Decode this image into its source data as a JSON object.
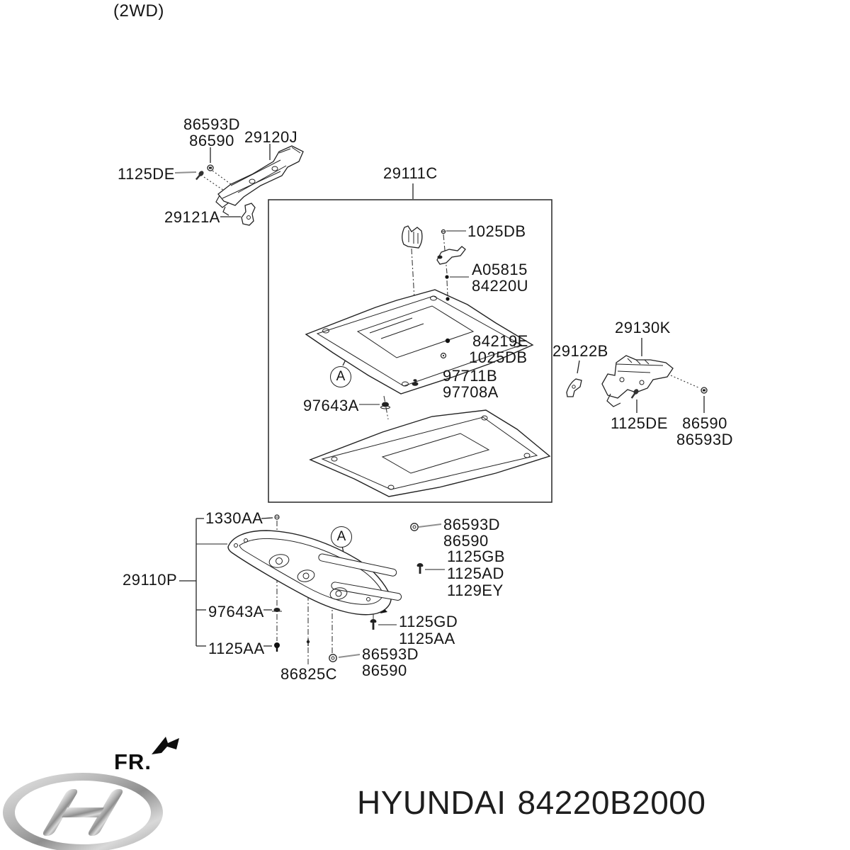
{
  "meta": {
    "variant": "(2WD)",
    "detail_marker": "A",
    "front_label": "FR."
  },
  "footer": {
    "brand": "HYUNDAI",
    "part_number": "84220B2000"
  },
  "groups": {
    "front_side_cover": {
      "fastener_pair": [
        "86593D",
        "86590"
      ],
      "cover": "29120J",
      "bolt": "1125DE",
      "stay": "29121A"
    },
    "under_cover_assy": {
      "assy": "29111C",
      "bolt_upper": "1025DB",
      "panel_codes": [
        "A05815",
        "84220U"
      ],
      "rivet": "84219E",
      "bolt_lower": "1025DB",
      "clip_codes": [
        "97711B",
        "97708A"
      ],
      "screw": "97643A"
    },
    "rear_side_cover": {
      "stay": "29122B",
      "cover": "29130K",
      "bolt": "1125DE",
      "fastener_pair": [
        "86590",
        "86593D"
      ]
    },
    "front_under_cover": {
      "bolt_top": "1330AA",
      "cover": "29110P",
      "fastener_pair_upper": [
        "86593D",
        "86590"
      ],
      "bolt_codes": [
        "1125GB",
        "1125AD",
        "1129EY"
      ],
      "screw": "97643A",
      "bolt_left": "1125AA",
      "bolt_right_codes": [
        "1125GD",
        "1125AA"
      ],
      "fastener_pair_lower": [
        "86593D",
        "86590"
      ],
      "pad": "86825C"
    }
  }
}
